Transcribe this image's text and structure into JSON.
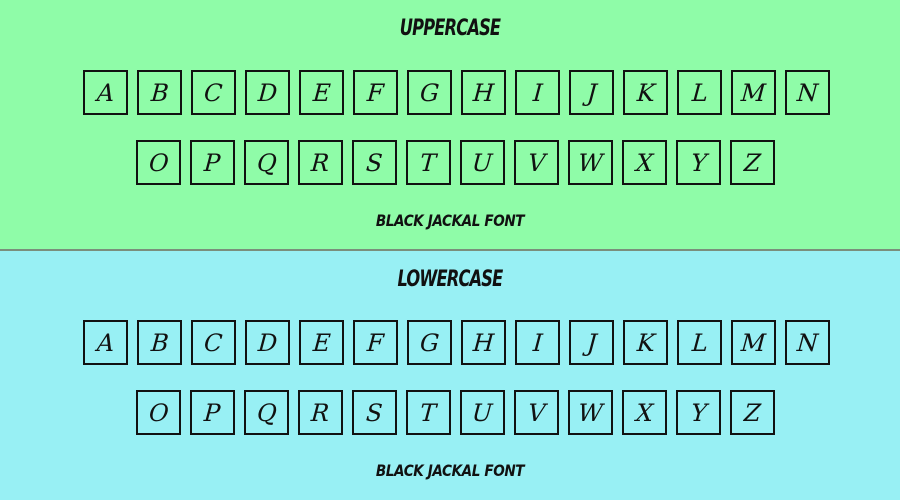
{
  "upper": {
    "title": "UPPERCASE",
    "row1": [
      "A",
      "B",
      "C",
      "D",
      "E",
      "F",
      "G",
      "H",
      "I",
      "J",
      "K",
      "L",
      "M",
      "N"
    ],
    "row2": [
      "O",
      "P",
      "Q",
      "R",
      "S",
      "T",
      "U",
      "V",
      "W",
      "X",
      "Y",
      "Z"
    ],
    "footer": "BLACK JACKAL FONT",
    "background": "#8ffca8"
  },
  "lower": {
    "title": "LOWERCASE",
    "row1": [
      "A",
      "B",
      "C",
      "D",
      "E",
      "F",
      "G",
      "H",
      "I",
      "J",
      "K",
      "L",
      "M",
      "N"
    ],
    "row2": [
      "O",
      "P",
      "Q",
      "R",
      "S",
      "T",
      "U",
      "V",
      "W",
      "X",
      "Y",
      "Z"
    ],
    "footer": "BLACK JACKAL FONT",
    "background": "#98f0f4"
  }
}
